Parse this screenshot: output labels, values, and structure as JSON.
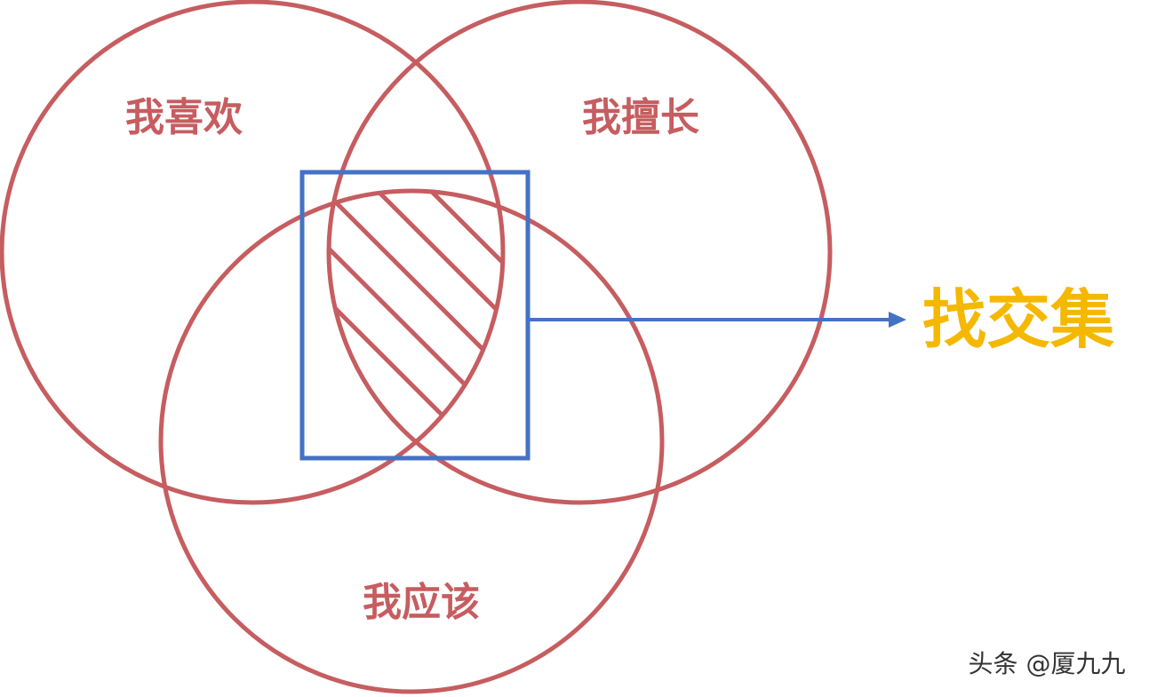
{
  "labels": {
    "like": "我喜欢",
    "good_at": "我擅长",
    "should": "我应该",
    "intersection": "找交集"
  },
  "watermark": "头条 @厦九九",
  "colors": {
    "circle": "#c65d60",
    "label": "#c65d60",
    "highlight_box": "#4472c4",
    "arrow": "#4472c4",
    "intersection_text": "#f5b800",
    "watermark": "#333333"
  },
  "icons": {
    "arrow": "arrow-right-icon"
  }
}
